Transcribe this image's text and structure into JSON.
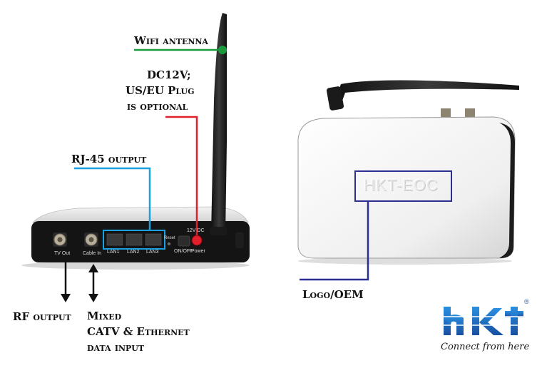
{
  "labels": {
    "wifi_antenna": "Wifi antenna",
    "dc12v_line1": "DC12V;",
    "dc12v_line2": "US/EU Plug",
    "dc12v_line3": "is optional",
    "rj45": "RJ-45 output",
    "rf_output": "RF output",
    "mixed_line1": "Mixed",
    "mixed_line2": "CATV & Ethernet",
    "mixed_line3": "data input",
    "logo_oem": "Logo/OEM"
  },
  "device_ports": {
    "tv_out": "TV Out",
    "cable_in": "Cable In",
    "lan1": "LAN1",
    "lan2": "LAN2",
    "lan3": "LAN3",
    "reset": "Reset",
    "on_off": "ON/OFF",
    "power": "Power",
    "dc_in": "12V DC"
  },
  "device_brand": "HKT-EOC",
  "brand": {
    "logo_text": "hkt",
    "registered": "®",
    "tagline": "Connect from here"
  },
  "colors": {
    "wifi_line": "#1a9a3a",
    "power_line": "#e0202a",
    "rj45_line": "#1aa0e0",
    "logo_line": "#2b2f8f",
    "brand_blue": "#1a5fb4"
  }
}
